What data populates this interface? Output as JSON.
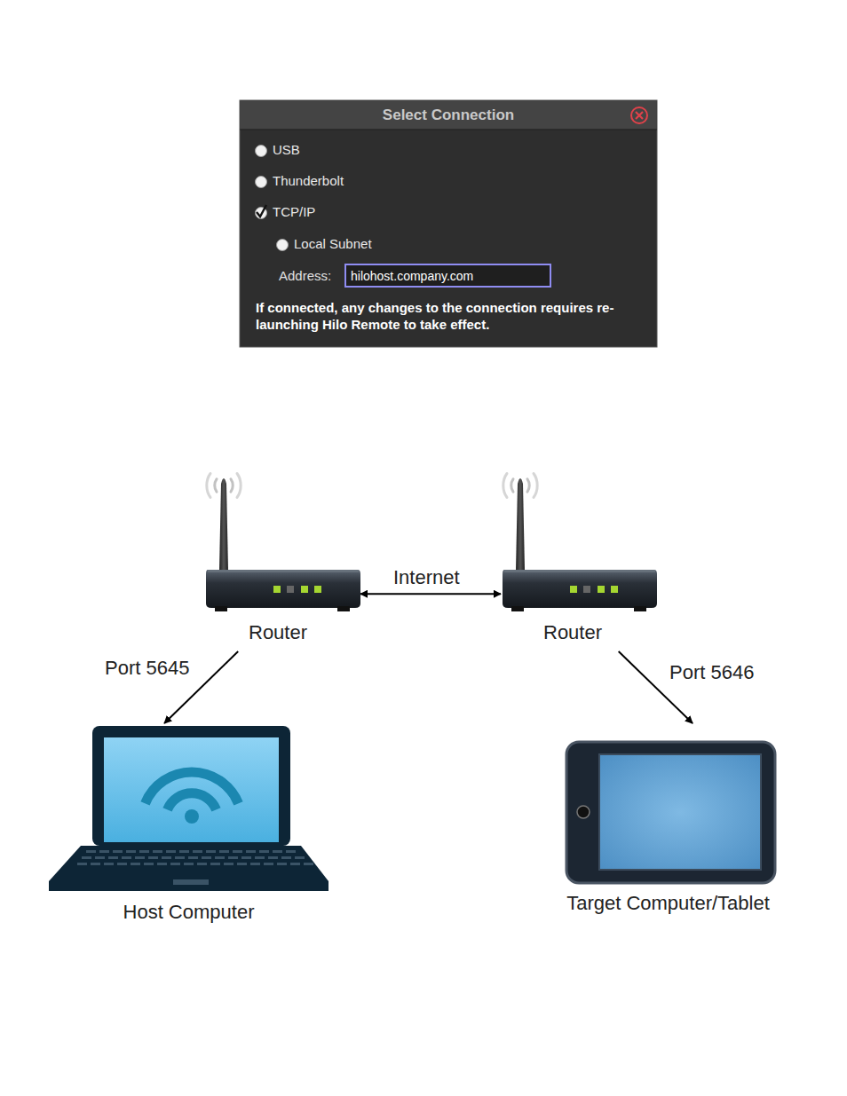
{
  "diagram": {
    "nodes": [
      {
        "text": [
          "Select Connection",
          "USB",
          "Thunderbolt",
          "TCP/IP",
          "Local Subnet",
          "If connected, any changes to the connection requires re-launching Hilo Remote to take effect."
        ]
      },
      {
        "text": [
          "Address:",
          "hilohost.company.com"
        ],
        "in": 0
      },
      {
        "text": [
          "Router"
        ]
      },
      {
        "text": [
          "Router"
        ]
      },
      {
        "text": [
          "Host Computer"
        ]
      },
      {
        "text": [
          "Target Computer/Tablet"
        ]
      }
    ],
    "edges": [
      {
        "from": 2,
        "to": 3,
        "label": "Internet",
        "arrow": "both"
      },
      {
        "from": 2,
        "to": 4,
        "label": "Port 5645",
        "arrow": "to"
      },
      {
        "from": 3,
        "to": 5,
        "label": "Port 5646",
        "arrow": "to"
      }
    ]
  }
}
